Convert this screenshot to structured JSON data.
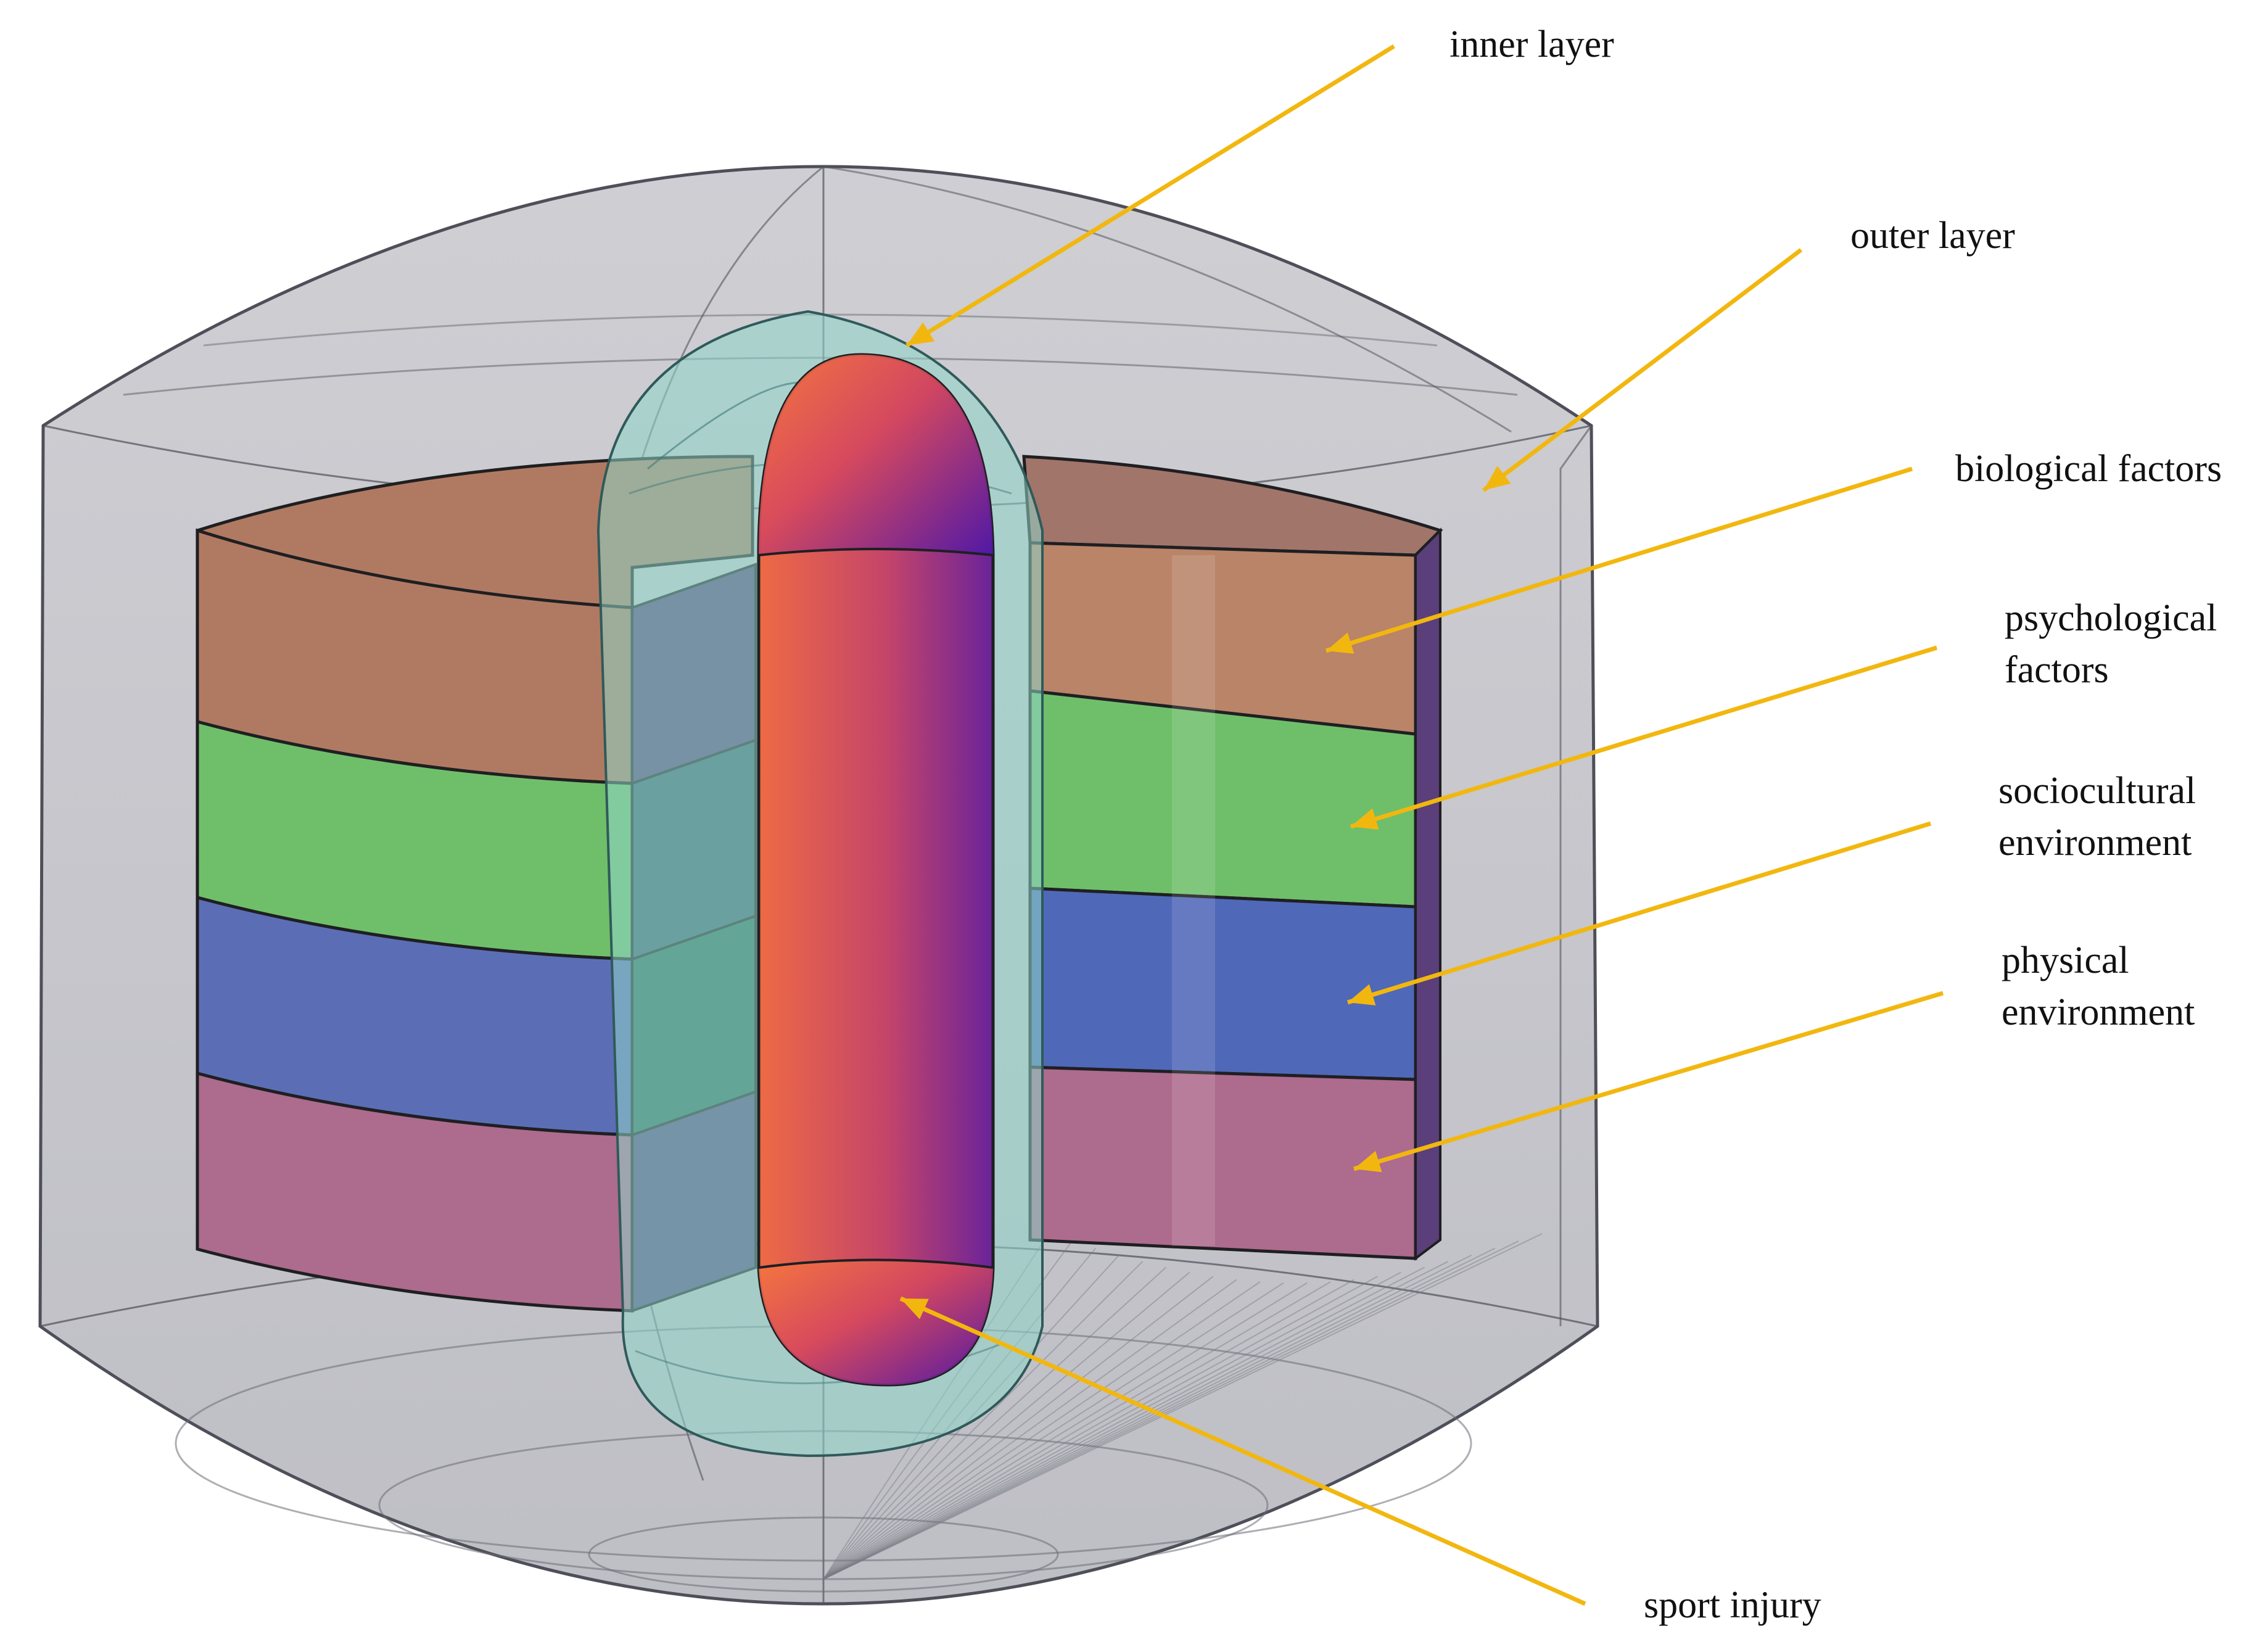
{
  "labels": {
    "inner_layer": "inner layer",
    "outer_layer": "outer layer",
    "biological": "biological factors",
    "psychological": [
      "psychological",
      "factors"
    ],
    "sociocultural": [
      "sociocultural",
      "environment"
    ],
    "physical": [
      "physical",
      "environment"
    ],
    "sport_injury": "sport injury"
  },
  "colors": {
    "outer_shell": "#b9b9c0",
    "outer_edge": "#5b5b66",
    "inner_shell": "#8fd6c8",
    "core_top": "#f26a3c",
    "core_bottom": "#5a1bb0",
    "biological": "#b07a62",
    "psychological": "#6fbf6a",
    "sociocultural": "#5b6eb5",
    "physical": "#ad6b8e",
    "cut_face": "#5a3f7a",
    "arrow": "#f2b70f"
  }
}
